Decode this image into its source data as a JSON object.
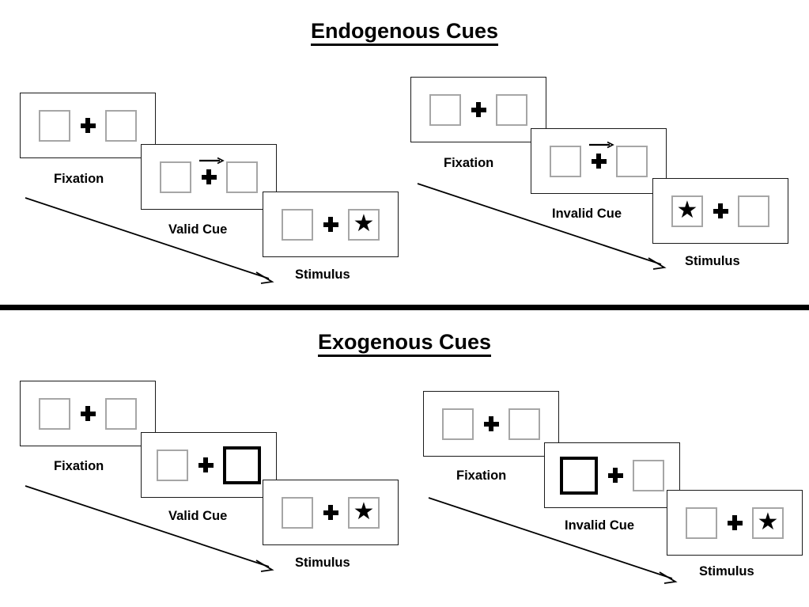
{
  "sections": [
    {
      "id": "endogenous",
      "title": "Endogenous Cues",
      "columns": [
        {
          "id": "endogenous-valid",
          "panels": [
            {
              "caption": "Fixation",
              "left_content": "empty",
              "right_content": "empty",
              "cue": "none",
              "cued_side": "none",
              "arrow": false
            },
            {
              "caption": "Valid Cue",
              "left_content": "empty",
              "right_content": "empty",
              "cue": "arrow",
              "cued_side": "right",
              "arrow": true
            },
            {
              "caption": "Stimulus",
              "left_content": "empty",
              "right_content": "star",
              "cue": "none",
              "cued_side": "none",
              "arrow": false
            }
          ]
        },
        {
          "id": "endogenous-invalid",
          "panels": [
            {
              "caption": "Fixation",
              "left_content": "empty",
              "right_content": "empty",
              "cue": "none",
              "cued_side": "none",
              "arrow": false
            },
            {
              "caption": "Invalid Cue",
              "left_content": "empty",
              "right_content": "empty",
              "cue": "arrow",
              "cued_side": "right",
              "arrow": true
            },
            {
              "caption": "Stimulus",
              "left_content": "star",
              "right_content": "empty",
              "cue": "none",
              "cued_side": "none",
              "arrow": false
            }
          ]
        }
      ]
    },
    {
      "id": "exogenous",
      "title": "Exogenous Cues",
      "columns": [
        {
          "id": "exogenous-valid",
          "panels": [
            {
              "caption": "Fixation",
              "left_content": "empty",
              "right_content": "empty",
              "cue": "none",
              "cued_side": "none",
              "arrow": false
            },
            {
              "caption": "Valid Cue",
              "left_content": "empty",
              "right_content": "empty",
              "cue": "highlight",
              "cued_side": "right",
              "arrow": false
            },
            {
              "caption": "Stimulus",
              "left_content": "empty",
              "right_content": "star",
              "cue": "none",
              "cued_side": "none",
              "arrow": false
            }
          ]
        },
        {
          "id": "exogenous-invalid",
          "panels": [
            {
              "caption": "Fixation",
              "left_content": "empty",
              "right_content": "empty",
              "cue": "none",
              "cued_side": "none",
              "arrow": false
            },
            {
              "caption": "Invalid Cue",
              "left_content": "empty",
              "right_content": "empty",
              "cue": "highlight",
              "cued_side": "left",
              "arrow": false
            },
            {
              "caption": "Stimulus",
              "left_content": "empty",
              "right_content": "star",
              "cue": "none",
              "cued_side": "none",
              "arrow": false
            }
          ]
        }
      ]
    }
  ],
  "glyphs": {
    "star": "★",
    "fixation_cross": "plus-sign",
    "cue_arrow": "right-arrow"
  },
  "colors": {
    "box_border": "#a6a6a6",
    "cued_box_border": "#000000",
    "panel_border": "#1a1a1a",
    "divider": "#000000",
    "text": "#000000",
    "background": "#ffffff"
  },
  "captions": {
    "fixation": "Fixation",
    "valid_cue": "Valid Cue",
    "invalid_cue": "Invalid Cue",
    "stimulus": "Stimulus"
  }
}
